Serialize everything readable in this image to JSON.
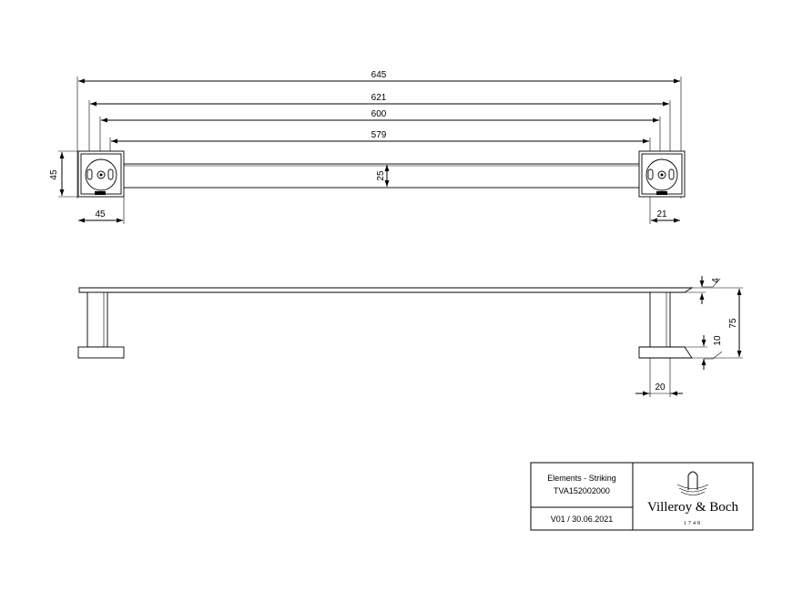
{
  "dimensions": {
    "overall_length": "645",
    "screw_spacing": "621",
    "bar_length": "600",
    "inner_length": "579",
    "bar_height": "25",
    "base_height": "45",
    "base_width": "45",
    "right_offset": "21",
    "bar_thickness": "4",
    "total_depth": "75",
    "base_thickness": "10",
    "post_width": "20"
  },
  "title_block": {
    "product_name": "Elements - Striking",
    "article_number": "TVA152002000",
    "version": "V01 / 30.06.2021",
    "brand_name": "Villeroy & Boch",
    "brand_year": "1748"
  }
}
